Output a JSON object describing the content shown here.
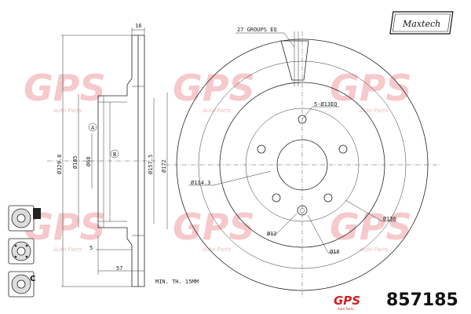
{
  "brand": {
    "name": "Maxtech"
  },
  "part_number": "857185",
  "logo": {
    "text": "GPS",
    "subtitle": "Auto Parts"
  },
  "watermark": {
    "text": "GPS",
    "subtitle": "Auto Parts"
  },
  "dimensions": {
    "thickness": "16",
    "outer_diameter": "Ø329.8",
    "hub_a": "Ø185",
    "hub_b": "Ø68",
    "bore_1": "Ø157.5",
    "bore_2": "Ø172",
    "offset_small": "5",
    "offset_height": "57",
    "min_thickness": "MIN. TH. 15MM",
    "label_a": "A",
    "label_b": "B"
  },
  "front_view": {
    "groups": "27 GROUPS EQ",
    "bolt_holes": "5-Ø13EQ",
    "pcd": "Ø114.3",
    "outer_ring": "Ø136",
    "small_hole_1": "Ø12",
    "small_hole_2": "Ø18"
  },
  "icons": [
    {
      "name": "plain-disc-icon",
      "letter": ""
    },
    {
      "name": "drilled-disc-icon",
      "letter": ""
    },
    {
      "name": "coated-disc-icon",
      "letter": "C"
    }
  ]
}
